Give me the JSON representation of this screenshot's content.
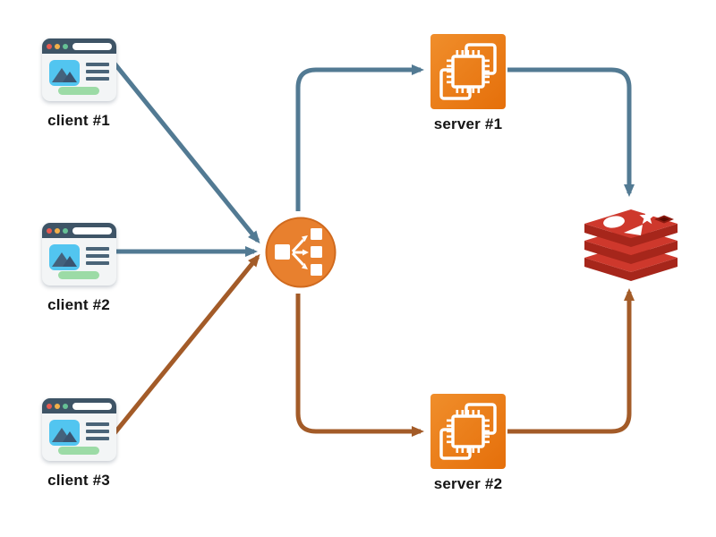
{
  "diagram": {
    "clients": [
      {
        "label": "client #1"
      },
      {
        "label": "client #2"
      },
      {
        "label": "client #3"
      }
    ],
    "load_balancer": {
      "icon": "elastic-load-balancer-icon"
    },
    "servers": [
      {
        "label": "server #1"
      },
      {
        "label": "server #2"
      }
    ],
    "cache": {
      "icon": "redis-icon"
    }
  },
  "colors": {
    "arrow-blue": "#527A93",
    "arrow-orange": "#A35B28",
    "aws-orange-a": "#F08E2B",
    "aws-orange-b": "#E56F0A",
    "lb-orange": "#E8802E",
    "lb-rim": "#D06A1E",
    "redis-bright": "#CE382C",
    "redis-dark": "#A6261B",
    "redis-deep": "#8C1A10",
    "redis-hole": "#5E0B02",
    "label": "#141414",
    "browser-bar": "#3E5466",
    "browser-body": "#F3F5F6",
    "thumb-blue": "#52C5F0",
    "pill-green": "#9CDBA6",
    "line-slate": "#4A6478",
    "dot-red": "#E85A50",
    "dot-yellow": "#F2B04A",
    "dot-green": "#66C195",
    "mountain-a": "#44627D",
    "mountain-b": "#3A5470"
  }
}
